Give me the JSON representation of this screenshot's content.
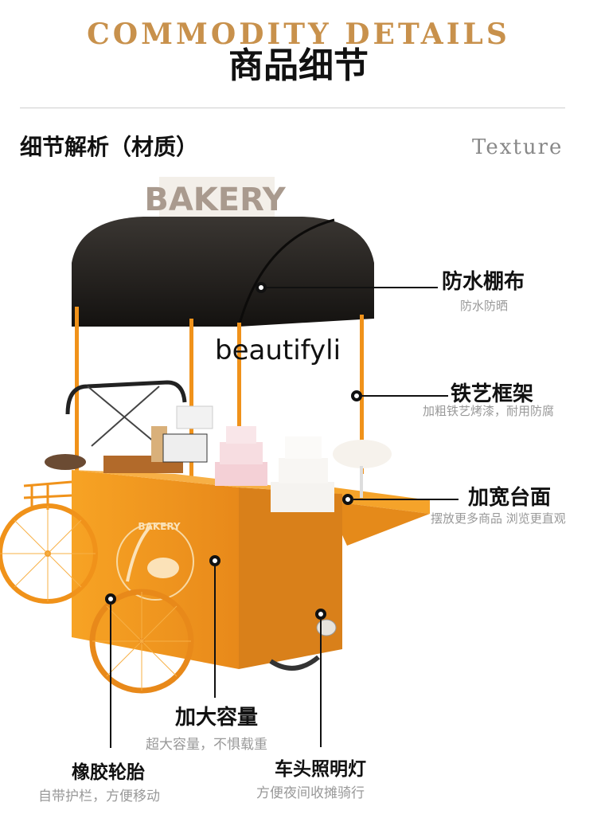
{
  "header": {
    "title_en": "COMMODITY DETAILS",
    "title_cn": "商品细节"
  },
  "section": {
    "title": "细节解析（材质）",
    "subtitle_en": "Texture"
  },
  "illustration": {
    "canopy_sign": "BAKERY",
    "cart_badge": "BAKERY"
  },
  "watermark": "beautifyli",
  "callouts": [
    {
      "title": "防水棚布",
      "sub": "防水防晒"
    },
    {
      "title": "铁艺框架",
      "sub": "加粗铁艺烤漆，耐用防腐"
    },
    {
      "title": "加宽台面",
      "sub": "摆放更多商品 浏览更直观"
    },
    {
      "title": "加大容量",
      "sub": "超大容量，不惧载重"
    },
    {
      "title": "橡胶轮胎",
      "sub": "自带护栏，方便移动"
    },
    {
      "title": "车头照明灯",
      "sub": "方便夜间收摊骑行"
    }
  ],
  "colors": {
    "accent": "#c8914c",
    "cart_orange": "#f39a1e",
    "canopy": "#1c1a18"
  }
}
